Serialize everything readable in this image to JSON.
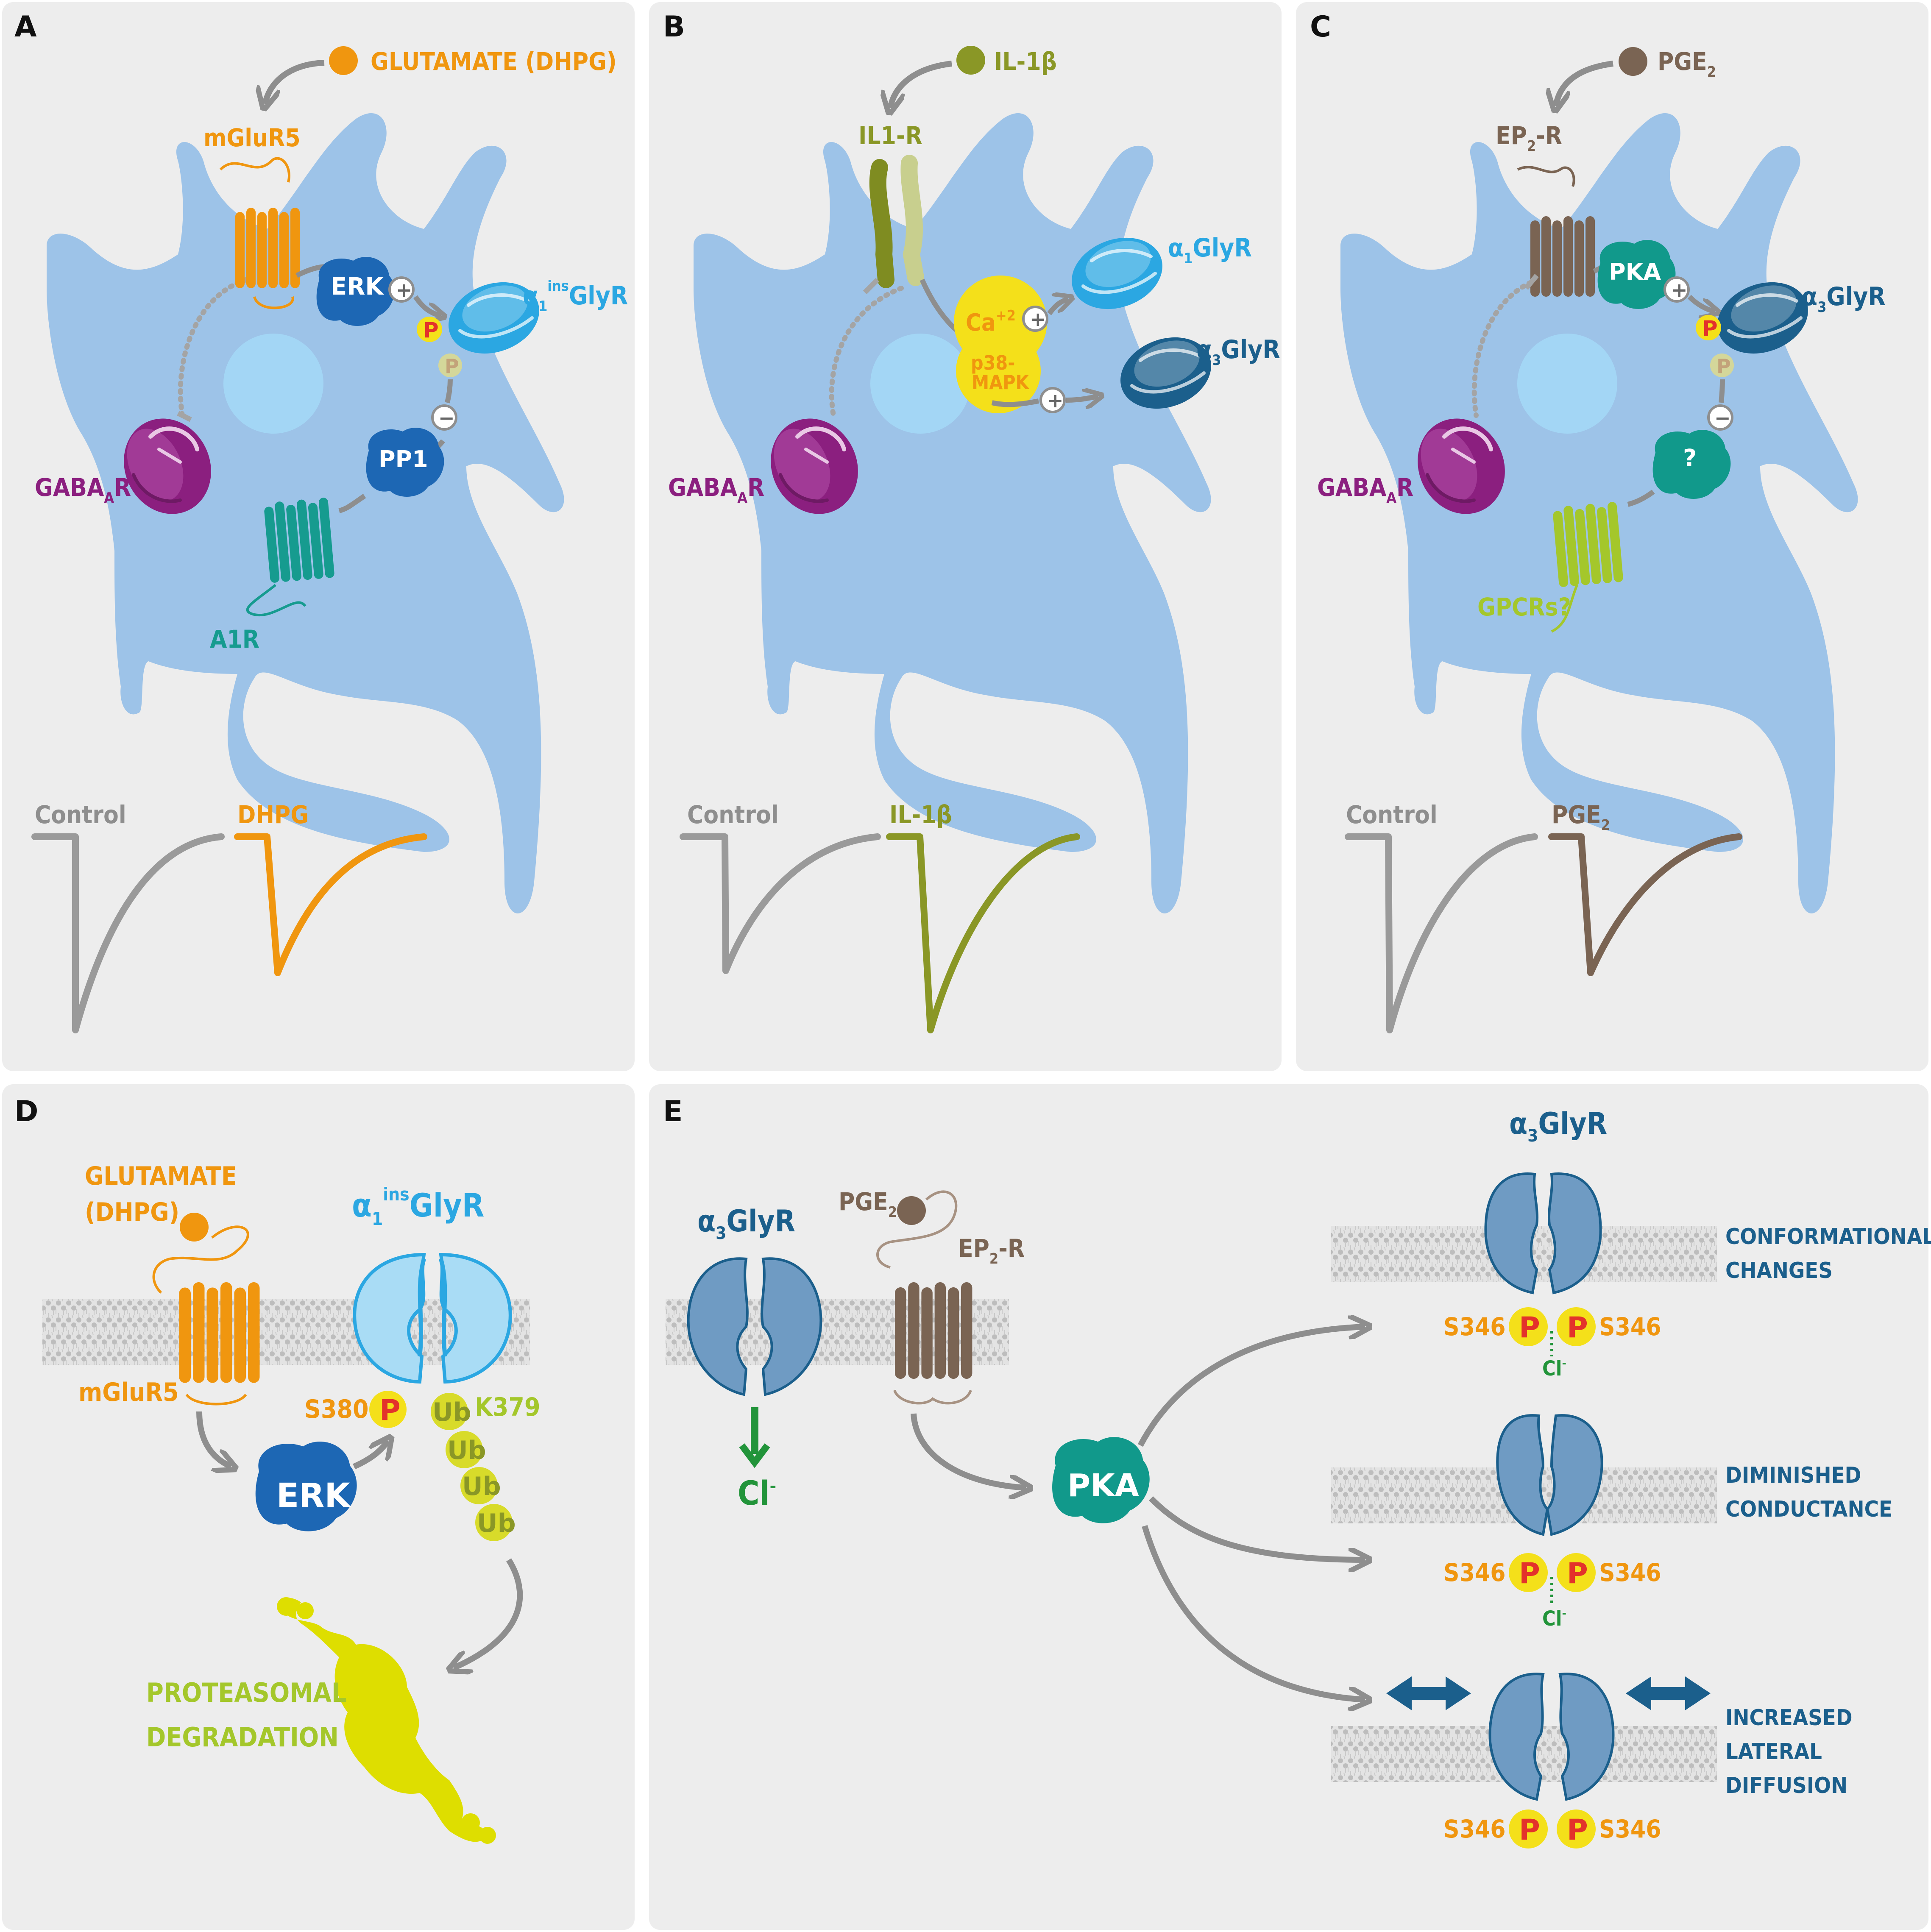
{
  "colors": {
    "panel_bg": "#ededed",
    "cell": "#9dc3e8",
    "nucleus": "#a3d6f5",
    "orange": "#f0960f",
    "gaba_purple": "#8b1f7f",
    "teal": "#169b8f",
    "erk_blue": "#1d67b4",
    "light_blue_glyr": "#2ba7e2",
    "dark_blue_glyr": "#1b5f8c",
    "olive": "#8a9726",
    "brown": "#7a6453",
    "pka_teal": "#11998b",
    "lime": "#a4c72b",
    "yellow": "#f4e01a",
    "phospho_red": "#e3322b",
    "gray": "#8e8e8e",
    "green_cl": "#22943a",
    "glyr_e": "#6f9bc3",
    "text_blue": "#1b5f8c",
    "degradation_yellow": "#dede00"
  },
  "panels": {
    "A": {
      "letter": "A",
      "ligand": "GLUTAMATE (DHPG)",
      "receptor": "mGluR5",
      "kinase": "ERK",
      "target_alpha": "α",
      "target_sub": "1",
      "target_sup": "ins",
      "target_rest": "GlyR",
      "gaba_main": "GABA",
      "gaba_sub": "A",
      "gaba_end": "R",
      "phosphatase": "PP1",
      "receptor2": "A1R",
      "phospho": "P",
      "plus": "+",
      "minus": "−",
      "trace_control": "Control",
      "trace_treated": "DHPG"
    },
    "B": {
      "letter": "B",
      "ligand": "IL-1β",
      "receptor": "IL1-R",
      "ca_main": "Ca",
      "ca_sup": "+2",
      "mapk_line1": "p38-",
      "mapk_line2": "MAPK",
      "glyr1_alpha": "α",
      "glyr1_sub": "1",
      "glyr1_rest": "GlyR",
      "glyr3_alpha": "α",
      "glyr3_sub": "3",
      "glyr3_rest": "GlyR",
      "gaba_main": "GABA",
      "gaba_sub": "A",
      "gaba_end": "R",
      "plus": "+",
      "trace_control": "Control",
      "trace_treated": "IL-1β"
    },
    "C": {
      "letter": "C",
      "ligand_main": "PGE",
      "ligand_sub": "2",
      "receptor_main": "EP",
      "receptor_sub": "2",
      "receptor_end": "-R",
      "kinase": "PKA",
      "glyr_alpha": "α",
      "glyr_sub": "3",
      "glyr_rest": "GlyR",
      "gaba_main": "GABA",
      "gaba_sub": "A",
      "gaba_end": "R",
      "unknown": "?",
      "gpcr": "GPCRs?",
      "phospho": "P",
      "plus": "+",
      "minus": "−",
      "trace_control": "Control",
      "trace_treated_main": "PGE",
      "trace_treated_sub": "2"
    },
    "D": {
      "letter": "D",
      "ligand_line1": "GLUTAMATE",
      "ligand_line2": "(DHPG)",
      "receptor": "mGluR5",
      "kinase": "ERK",
      "glyr_alpha": "α",
      "glyr_sub": "1",
      "glyr_sup": "ins",
      "glyr_rest": "GlyR",
      "site_s": "S380",
      "site_k": "K379",
      "phospho": "P",
      "ub": "Ub",
      "deg_line1": "PROTEASOMAL",
      "deg_line2": "DEGRADATION"
    },
    "E": {
      "letter": "E",
      "glyr_alpha": "α",
      "glyr_sub": "3",
      "glyr_rest": "GlyR",
      "cl_main": "Cl",
      "cl_sup": "-",
      "ligand_main": "PGE",
      "ligand_sub": "2",
      "receptor_main": "EP",
      "receptor_sub": "2",
      "receptor_end": "-R",
      "kinase": "PKA",
      "site": "S346",
      "phospho": "P",
      "outcome1_line1": "CONFORMATIONAL",
      "outcome1_line2": "CHANGES",
      "outcome2_line1": "DIMINISHED",
      "outcome2_line2": "CONDUCTANCE",
      "outcome3_line1": "INCREASED",
      "outcome3_line2": "LATERAL",
      "outcome3_line3": "DIFFUSION"
    }
  }
}
